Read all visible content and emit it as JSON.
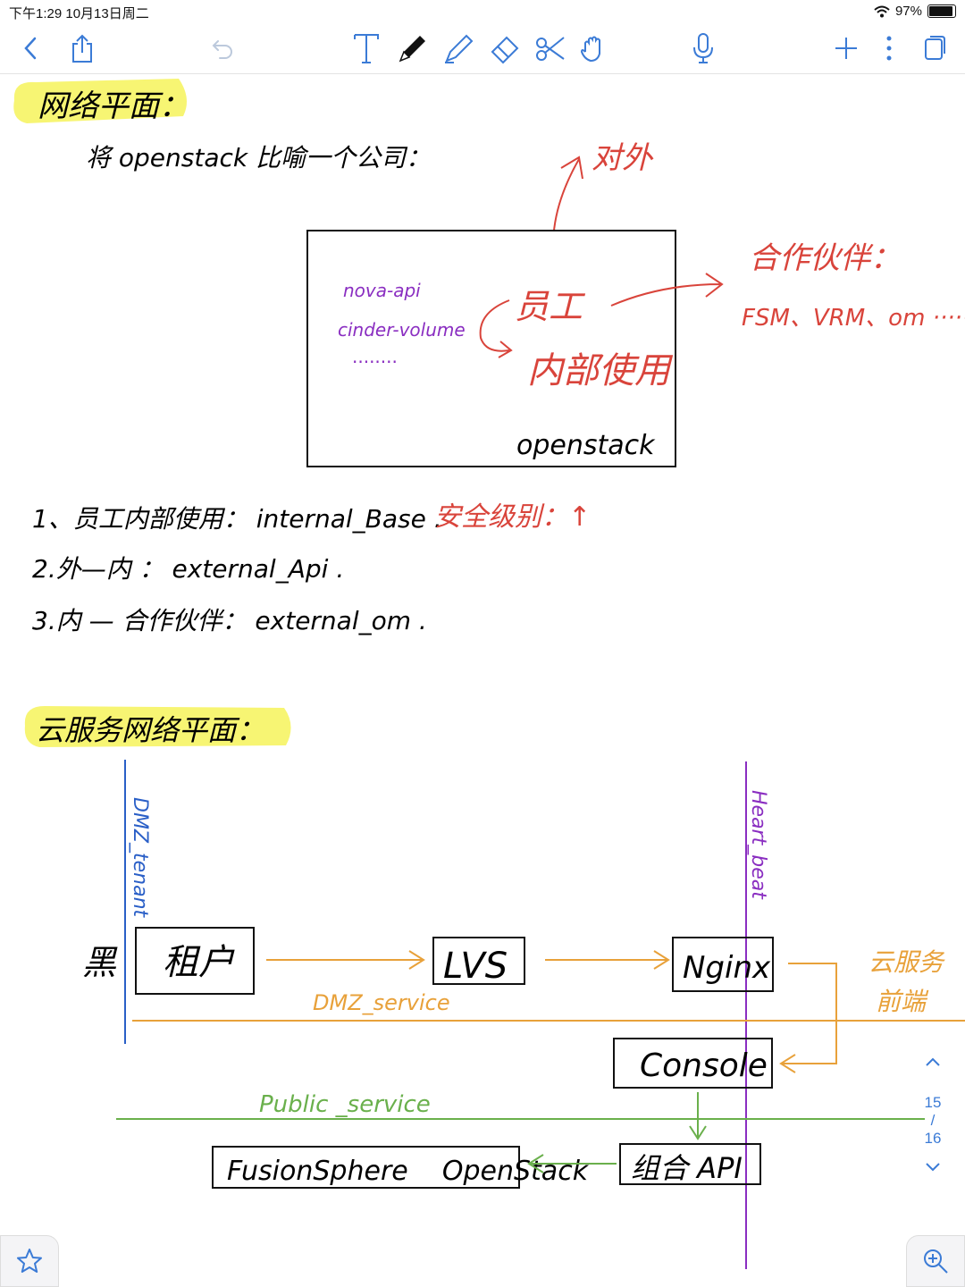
{
  "status": {
    "time_date": "下午1:29   10月13日周二",
    "battery": "97%"
  },
  "toolbar": {
    "back": "back-chevron",
    "share": "share",
    "undo": "undo",
    "text_tool": "text",
    "pen": "pen",
    "highlighter": "highlighter",
    "eraser": "eraser",
    "lasso": "scissors",
    "hand": "hand",
    "mic": "microphone",
    "add": "plus",
    "more": "more",
    "pages": "pages"
  },
  "note": {
    "heading1": "网络平面：",
    "line1": "将 openstack 比喻一个公司：",
    "arrow_up_label": "对外",
    "box_items": [
      "nova-api",
      "cinder-volume",
      "········"
    ],
    "employee": "员工",
    "internal_use": "内部使用",
    "openstack_label": "openstack",
    "partner_label": "合作伙伴：",
    "partner_list": "FSM、VRM、om ······",
    "list": [
      "1、员工内部使用： internal_Base .",
      "2.外—内 ：  external_Api .",
      "3.内 — 合作伙伴： external_om ."
    ],
    "security_level": "安全级别：↑",
    "heading2": "云服务网络平面：",
    "dmz_tenant": "DMZ_tenant",
    "heart_beat": "Heart_beat",
    "left_char": "黑",
    "tenant_box": "租户",
    "lvs_box": "LVS",
    "nginx_box": "Nginx",
    "dmz_service": "DMZ_service",
    "cloud_front": [
      "云服务",
      "前端"
    ],
    "console_box": "Console",
    "public_service": "Public _service",
    "fusion_box": "FusionSphere    OpenStack",
    "combo_api_box": "组合 API"
  },
  "page_nav": {
    "current": "15",
    "sep": "/",
    "total": "16"
  }
}
